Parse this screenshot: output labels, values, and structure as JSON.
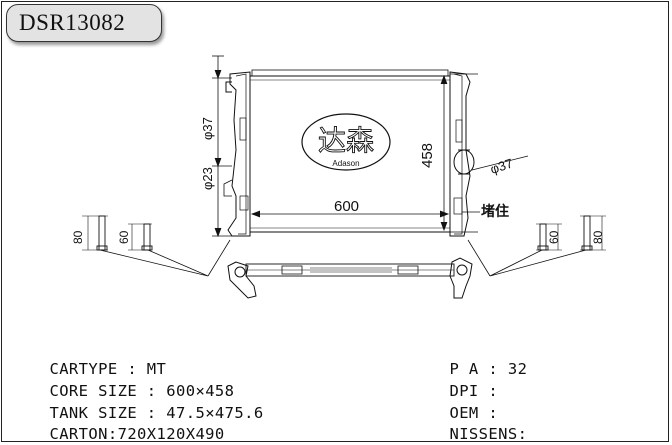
{
  "part_number": "DSR13082",
  "drawing": {
    "dim_width": "600",
    "dim_height": "458",
    "dim_inlet_dia": "φ37",
    "dim_outlet_dia_left": "φ37",
    "dim_lower_dia": "φ23",
    "plug_label": "堵住",
    "bracket_dim_outer": "80",
    "bracket_dim_inner": "60",
    "logo_cn": "达森",
    "logo_en": "Adason"
  },
  "specs_left": [
    {
      "label": "CARTYPE : ",
      "value": "MT"
    },
    {
      "label": "CORE SIZE : ",
      "value": "600×458"
    },
    {
      "label": "TANK SIZE : ",
      "value": "47.5×475.6"
    },
    {
      "label": "CARTON:",
      "value": "720X120X490"
    }
  ],
  "specs_right": [
    {
      "label": "P A : ",
      "value": "32"
    },
    {
      "label": "DPI : ",
      "value": ""
    },
    {
      "label": "OEM : ",
      "value": ""
    },
    {
      "label": "NISSENS:",
      "value": ""
    }
  ]
}
